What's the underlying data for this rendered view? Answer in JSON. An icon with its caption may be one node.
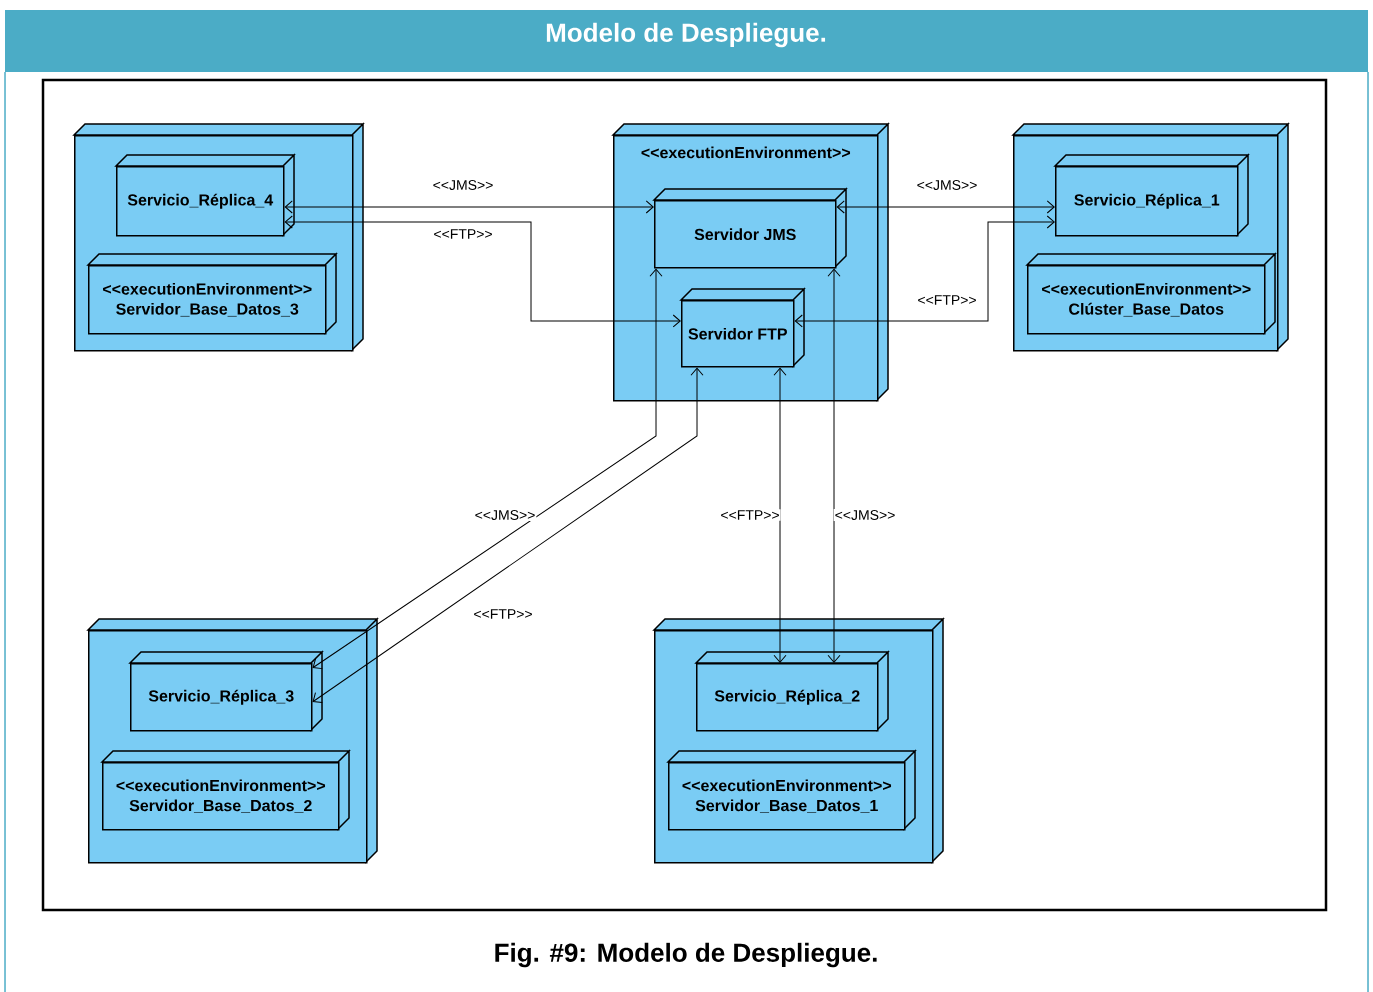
{
  "diagram": {
    "title": "Modelo de Despliegue.",
    "caption": "Fig. #9: Modelo de Despliegue.",
    "nodes": [
      {
        "text": [],
        "shape": "box"
      },
      {
        "text": [
          "Servicio_Réplica_4"
        ],
        "in": 0
      },
      {
        "text": [
          "<<executionEnvironment>>",
          "Servidor_Base_Datos_3"
        ],
        "in": 0
      },
      {
        "text": [
          "<<executionEnvironment>>"
        ]
      },
      {
        "text": [
          "Servidor JMS"
        ],
        "in": 3
      },
      {
        "text": [
          "Servidor FTP"
        ],
        "in": 3
      },
      {
        "text": [],
        "shape": "box"
      },
      {
        "text": [
          "Servicio_Réplica_1"
        ],
        "in": 6
      },
      {
        "text": [
          "<<executionEnvironment>>",
          "Clúster_Base_Datos"
        ],
        "in": 6
      },
      {
        "text": [],
        "shape": "box"
      },
      {
        "text": [
          "Servicio_Réplica_3"
        ],
        "in": 9
      },
      {
        "text": [
          "<<executionEnvironment>>",
          "Servidor_Base_Datos_2"
        ],
        "in": 9
      },
      {
        "text": [],
        "shape": "box"
      },
      {
        "text": [
          "Servicio_Réplica_2"
        ],
        "in": 12
      },
      {
        "text": [
          "<<executionEnvironment>>",
          "Servidor_Base_Datos_1"
        ],
        "in": 12
      }
    ],
    "edges": [
      {
        "from": 1,
        "to": 4,
        "arrow": "both",
        "label": "<<JMS>>"
      },
      {
        "from": 1,
        "to": 5,
        "arrow": "both",
        "label": "<<FTP>>"
      },
      {
        "from": 7,
        "to": 4,
        "arrow": "both",
        "label": "<<JMS>>"
      },
      {
        "from": 7,
        "to": 5,
        "arrow": "both",
        "label": "<<FTP>>"
      },
      {
        "from": 10,
        "to": 4,
        "arrow": "both",
        "label": "<<JMS>>"
      },
      {
        "from": 10,
        "to": 5,
        "arrow": "both",
        "label": "<<FTP>>"
      },
      {
        "from": 13,
        "to": 5,
        "arrow": "both",
        "label": "<<FTP>>"
      },
      {
        "from": 13,
        "to": 4,
        "arrow": "both",
        "label": "<<JMS>>"
      }
    ]
  }
}
